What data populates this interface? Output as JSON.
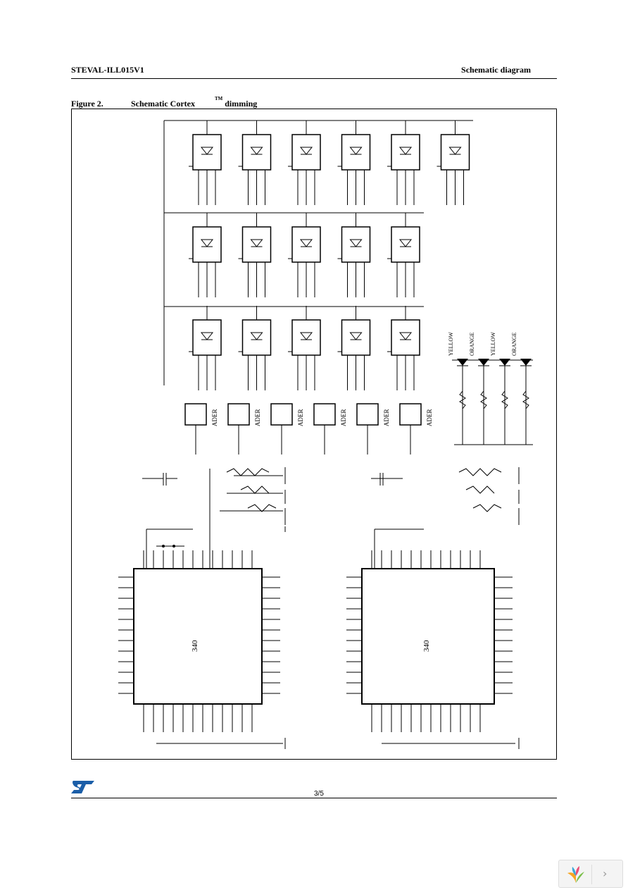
{
  "header": {
    "doc_id": "STEVAL-ILL015V1",
    "section": "Schematic diagram"
  },
  "figure": {
    "label": "Figure 2.",
    "title_start": "Schematic Cortex",
    "title_tm": "TM",
    "title_end": "dimming"
  },
  "schematic": {
    "mcu_label": "340",
    "led_colors": [
      "YELLOW",
      "ORANGE",
      "YELLOW",
      "ORANGE"
    ],
    "header_label": "ADER"
  },
  "footer": {
    "page_number": "3/5"
  },
  "viewer": {
    "icons": [
      "app-leaf-icon",
      "chevron-right-icon"
    ]
  }
}
